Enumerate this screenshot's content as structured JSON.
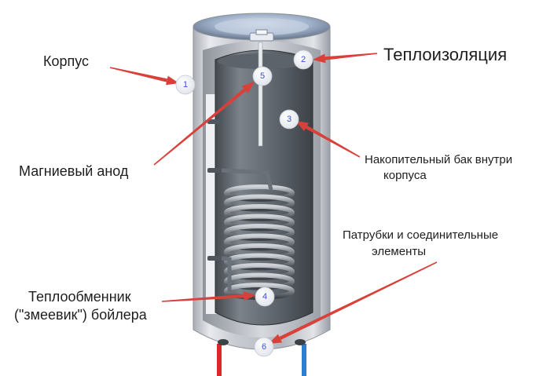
{
  "labels": {
    "korpus": "Корпус",
    "teploizolyaciya": "Теплоизоляция",
    "anod": "Магниевый анод",
    "bak_line1": "Накопительный бак внутри",
    "bak_line2": "корпуса",
    "patrubki_line1": "Патрубки и соединительные",
    "patrubki_line2": "элементы",
    "teploobmennik_line1": "Теплообменник",
    "teploobmennik_line2": "(\"змеевик\") бойлера"
  },
  "markers": [
    "1",
    "2",
    "3",
    "4",
    "5",
    "6"
  ],
  "colors": {
    "arrow": "#d9403a",
    "pipe_hot": "#e0242a",
    "pipe_cold": "#2a7fd4",
    "badge_text": "#3a4fd0"
  }
}
